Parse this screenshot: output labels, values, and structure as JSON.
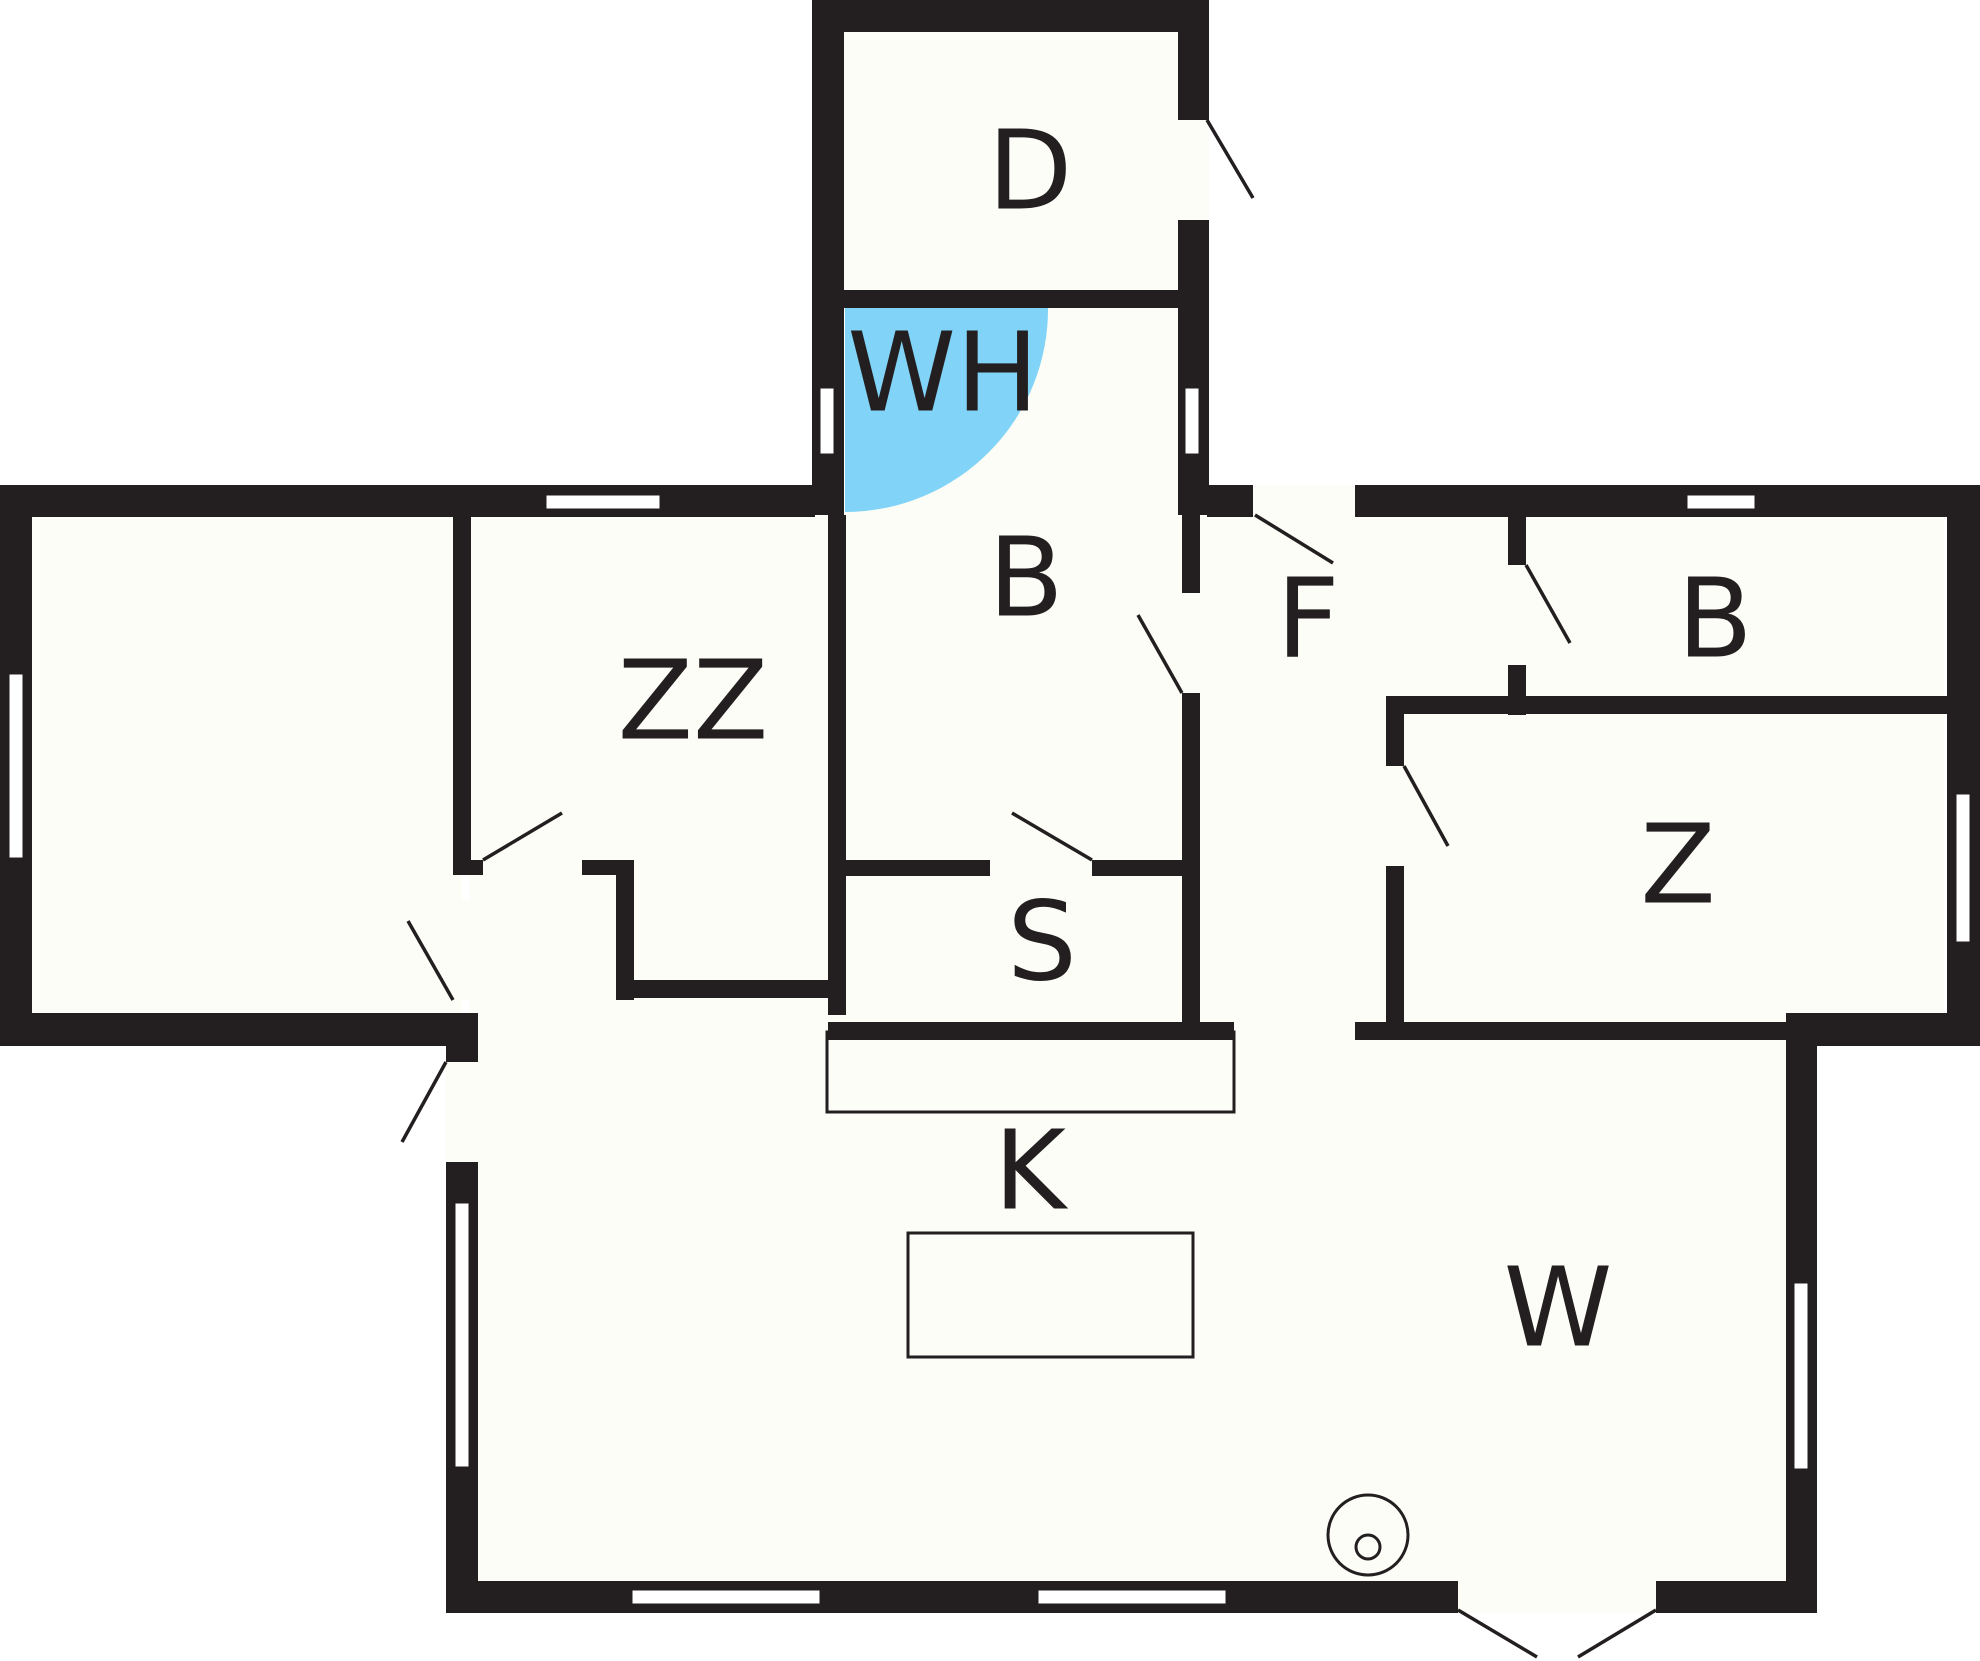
{
  "floorplan": {
    "colors": {
      "wall": "#231f20",
      "floor": "#fcfdf7",
      "highlight": "#81d4f7",
      "window": "#ffffff"
    },
    "rooms": {
      "d": "D",
      "wh": "WH",
      "b_center": "B",
      "zz": "ZZ",
      "f": "F",
      "b_right": "B",
      "z": "Z",
      "s": "S",
      "k": "K",
      "w": "W"
    }
  }
}
